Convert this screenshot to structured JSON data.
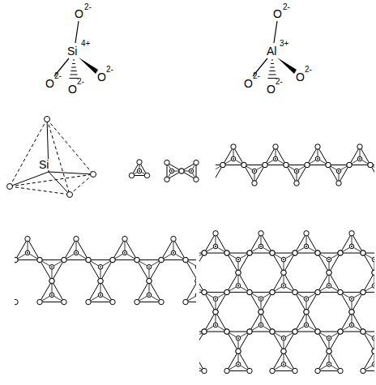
{
  "diagram": {
    "labels": [
      "O",
      "2-",
      "Si",
      "4+",
      "O",
      "2-",
      "O",
      "2-",
      "O",
      "2-",
      "O",
      "2-",
      "Al",
      "3+",
      "O",
      "2-",
      "O",
      "2-",
      "O",
      "2-",
      "Si"
    ]
  }
}
